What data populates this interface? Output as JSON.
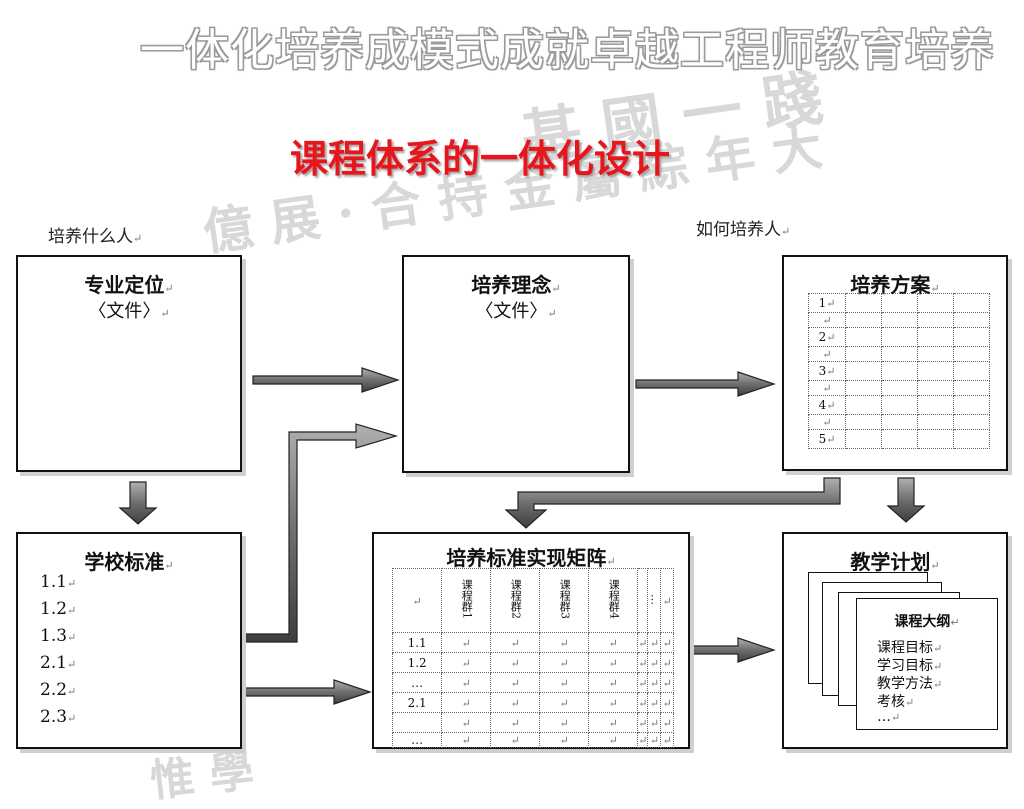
{
  "banner": "一体化培养成模式成就卓越工程师教育培养",
  "title": "课程体系的一体化设计",
  "watermarks": [
    "基 國 一 踐",
    "億 展 · 合 持 金 屬 綜 年 大",
    "惟 學"
  ],
  "captions": {
    "left": "培养什么人",
    "right": "如何培养人"
  },
  "para_mark": "↵",
  "box_zhuanye": {
    "title": "专业定位",
    "subtitle": "〈文件〉"
  },
  "box_linian": {
    "title": "培养理念",
    "subtitle": "〈文件〉"
  },
  "box_fangan": {
    "title": "培养方案",
    "rows": [
      "1",
      "2",
      "3",
      "4",
      "5"
    ]
  },
  "box_biaozhun": {
    "title": "学校标准",
    "items": [
      "1.1",
      "1.2",
      "1.3",
      "2.1",
      "2.2",
      "2.3"
    ]
  },
  "box_juzhen": {
    "title": "培养标准实现矩阵",
    "col_heads": [
      "课程群1",
      "课程群2",
      "课程群3",
      "课程群4",
      "",
      "…"
    ],
    "row_heads": [
      "1.1",
      "1.2",
      "…",
      "2.1",
      "",
      "…"
    ]
  },
  "box_jihua": {
    "title": "教学计划",
    "outline_title": "课程大纲",
    "outline_items": [
      "课程目标",
      "学习目标",
      "教学方法",
      "考核",
      "…"
    ]
  }
}
